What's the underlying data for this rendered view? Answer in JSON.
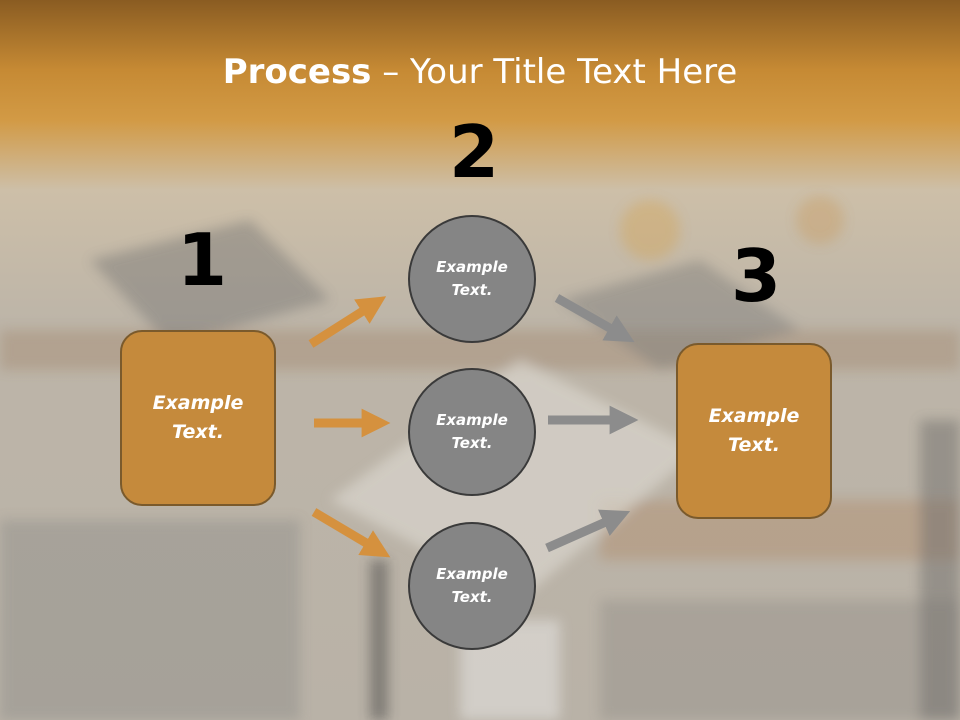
{
  "title": {
    "bold": "Process",
    "rest": " – Your Title Text Here"
  },
  "steps": [
    "1",
    "2",
    "3"
  ],
  "left_box": {
    "line1": "Example",
    "line2": "Text."
  },
  "right_box": {
    "line1": "Example",
    "line2": "Text."
  },
  "circles": [
    {
      "line1": "Example",
      "line2": "Text."
    },
    {
      "line1": "Example",
      "line2": "Text."
    },
    {
      "line1": "Example",
      "line2": "Text."
    }
  ],
  "colors": {
    "accent": "#c58a3c",
    "circle": "#858585",
    "arrow_orange": "#d5913e",
    "arrow_gray": "#8c8c8c"
  }
}
